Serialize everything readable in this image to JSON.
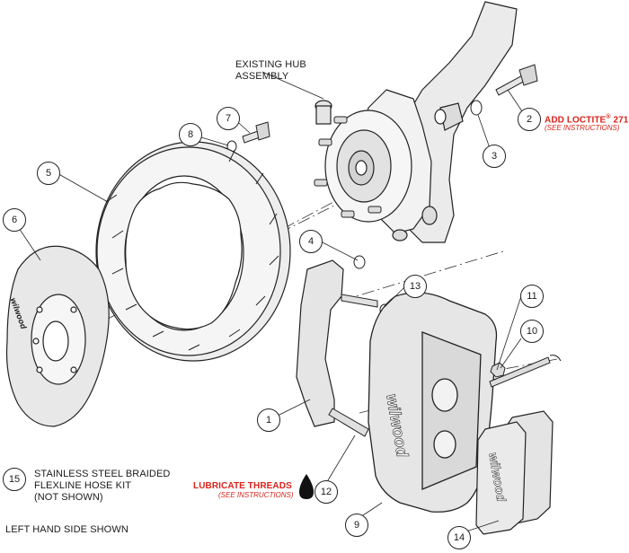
{
  "labels": {
    "existing_hub_line1": "EXISTING HUB",
    "existing_hub_line2": "ASSEMBLY",
    "add_loctite": "ADD LOCTITE",
    "loctite_mark": "®",
    "loctite_number": "271",
    "see_instructions_1": "(SEE INSTRUCTIONS)",
    "lubricate_threads": "LUBRICATE THREADS",
    "see_instructions_2": "(SEE INSTRUCTIONS)",
    "kit_line1": "STAINLESS STEEL BRAIDED",
    "kit_line2": "FLEXLINE HOSE KIT",
    "kit_line3": "(NOT SHOWN)",
    "side_note": "LEFT HAND SIDE SHOWN",
    "brand_caliper": "wilwood",
    "brand_pad": "wilwood",
    "brand_hat": "wilwood"
  },
  "callouts": [
    "1",
    "2",
    "3",
    "4",
    "5",
    "6",
    "7",
    "8",
    "9",
    "10",
    "11",
    "12",
    "13",
    "14",
    "15"
  ],
  "colors": {
    "accent_red": "#d9231b",
    "line": "#222222",
    "part_fill": "#e9e9e9"
  }
}
